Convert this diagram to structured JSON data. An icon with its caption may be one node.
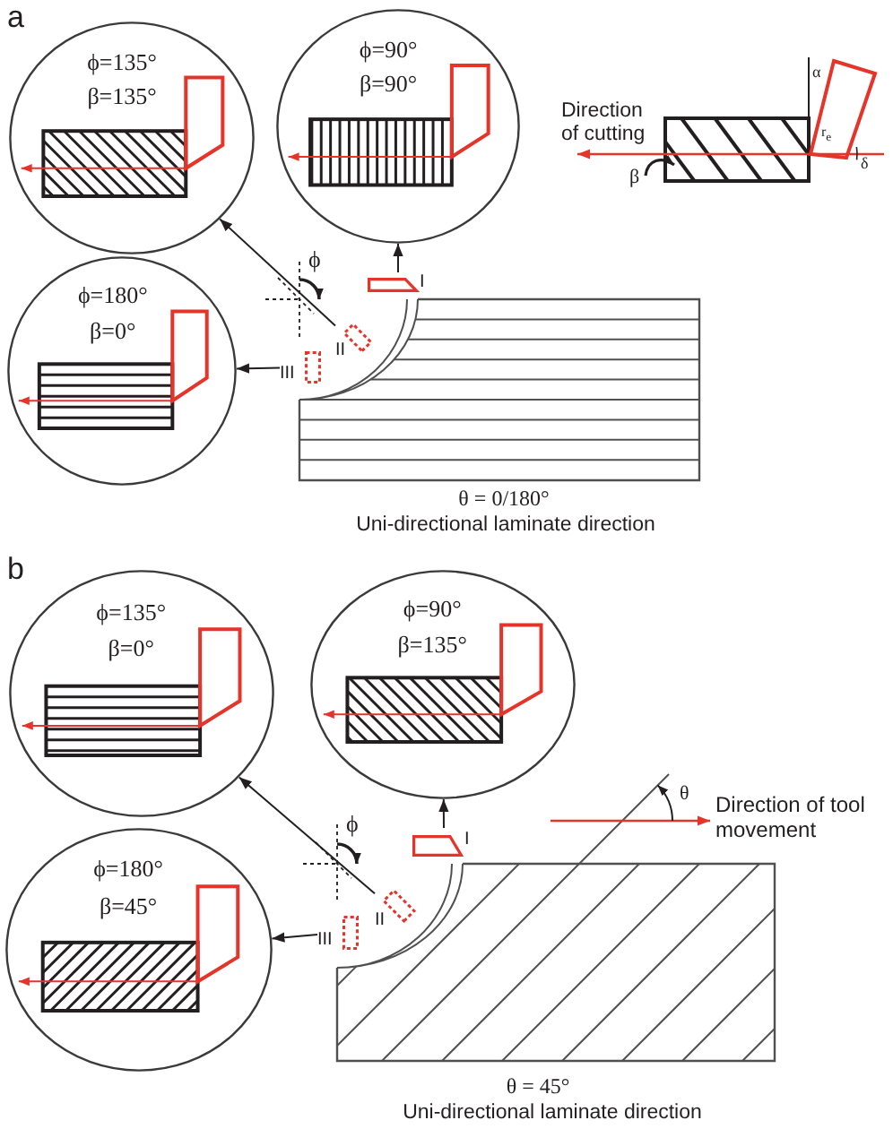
{
  "diagram": {
    "nodes": [
      {
        "text": [
          "ϕ=135°",
          "β=135°"
        ]
      },
      {
        "text": [
          "ϕ=90°",
          "β=90°"
        ]
      },
      {
        "text": [
          "ϕ=180°",
          "β=0°"
        ]
      },
      {
        "text": [
          "I"
        ]
      },
      {
        "text": [
          "II"
        ]
      },
      {
        "text": [
          "III"
        ]
      },
      {
        "text": [
          "ϕ=135°",
          "β=0°"
        ]
      },
      {
        "text": [
          "ϕ=90°",
          "β=135°"
        ]
      },
      {
        "text": [
          "ϕ=180°",
          "β=45°"
        ]
      },
      {
        "text": [
          "I"
        ]
      },
      {
        "text": [
          "II"
        ]
      },
      {
        "text": [
          "III"
        ]
      }
    ],
    "edges": [
      {
        "from": 4,
        "to": 0,
        "arrow": "to"
      },
      {
        "from": 3,
        "to": 1,
        "arrow": "to"
      },
      {
        "from": 5,
        "to": 2,
        "arrow": "to"
      },
      {
        "from": 10,
        "to": 6,
        "arrow": "to"
      },
      {
        "from": 9,
        "to": 7,
        "arrow": "to"
      },
      {
        "from": 11,
        "to": 8,
        "arrow": "to"
      }
    ],
    "labels": [
      "a",
      "α",
      "Direction of cutting",
      "r$_{e}$",
      "δ",
      "β",
      "ϕ",
      "θ = 0/180°",
      "Uni-directional laminate direction",
      "b",
      "θ",
      "Direction of tool movement",
      "ϕ",
      "θ = 45°",
      "Uni-directional laminate direction"
    ]
  }
}
